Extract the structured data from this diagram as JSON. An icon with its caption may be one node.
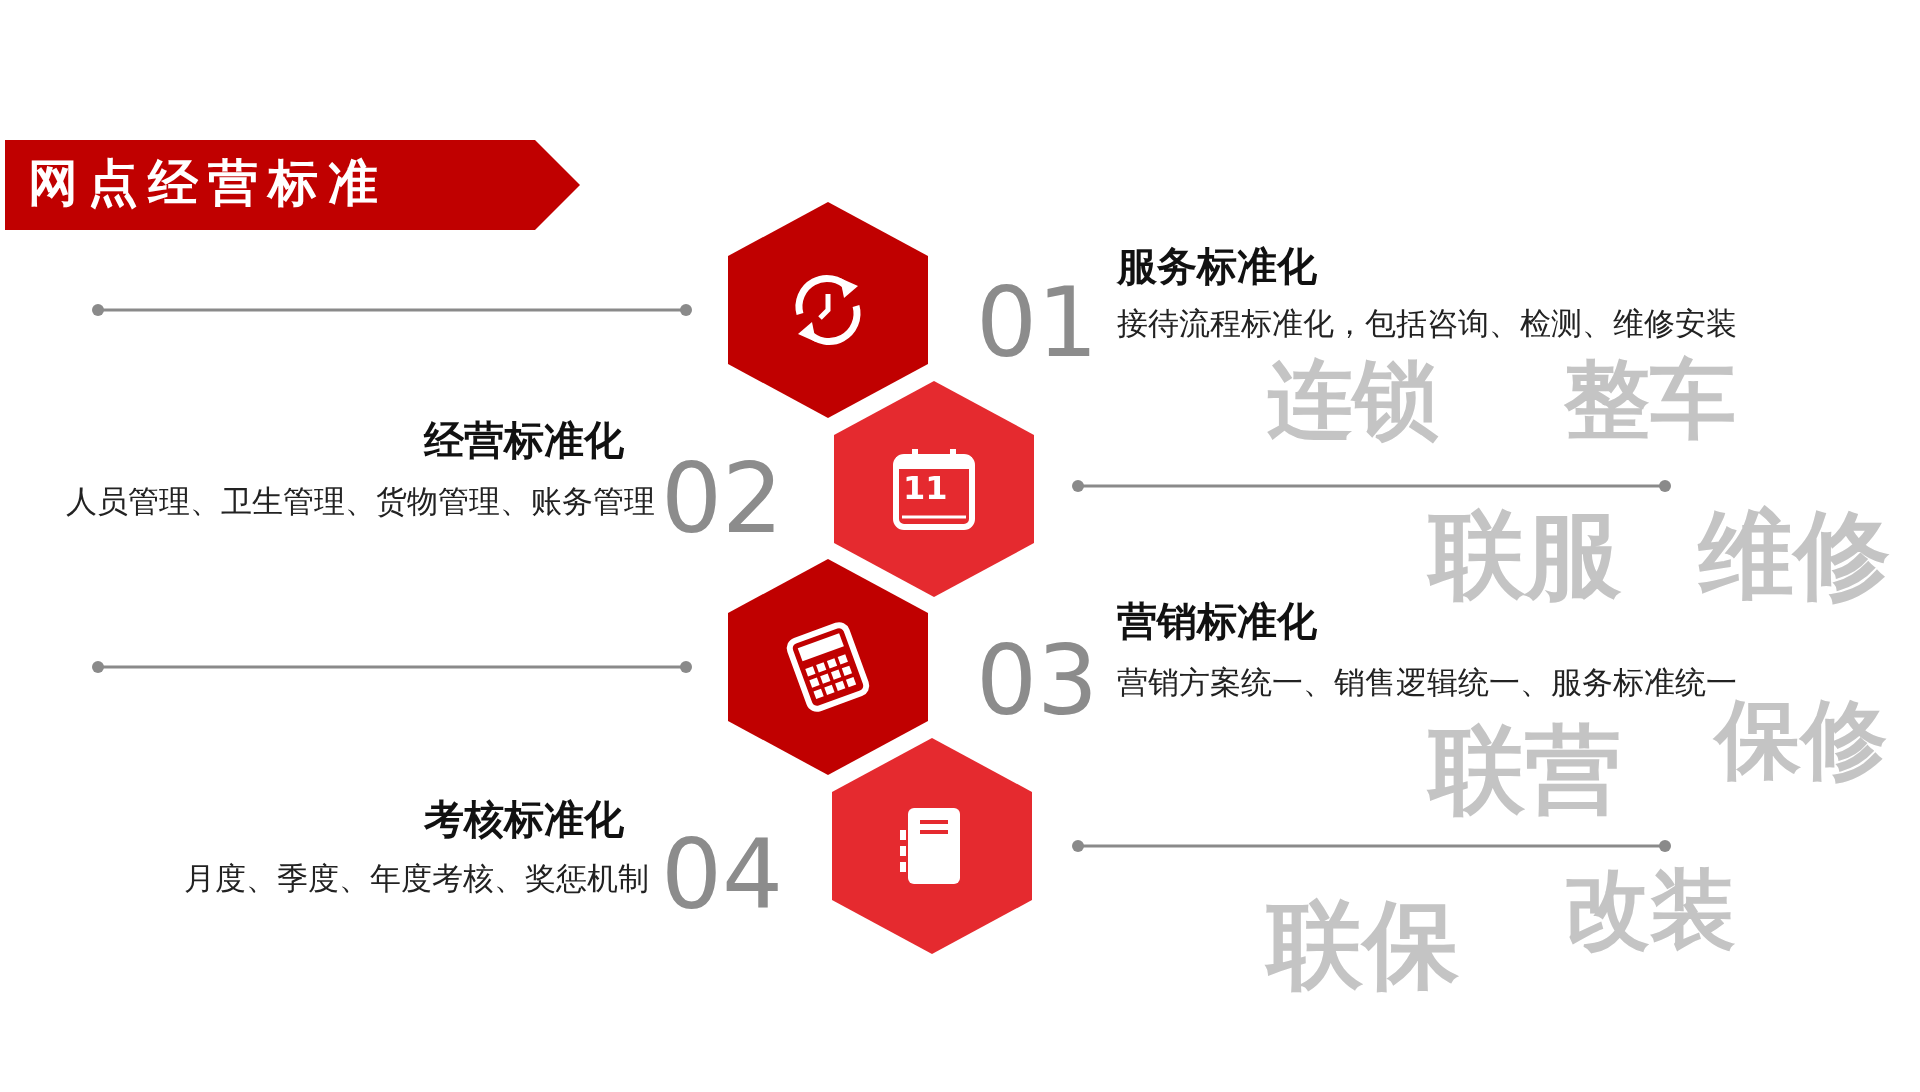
{
  "diagram": {
    "title": "网点经营标准",
    "labels": [
      "01",
      "服务标准化",
      "接待流程标准化，包括咨询、检测、维修安装",
      "连锁",
      "整车",
      "经营标准化",
      "人员管理、卫生管理、货物管理、账务管理",
      "02",
      "11",
      "联服",
      "维修",
      "营销标准化",
      "营销方案统一、销售逻辑统一、服务标准统一",
      "03",
      "联营",
      "保修",
      "考核标准化",
      "月度、季度、年度考核、奖惩机制",
      "04",
      "联保",
      "改装"
    ]
  }
}
